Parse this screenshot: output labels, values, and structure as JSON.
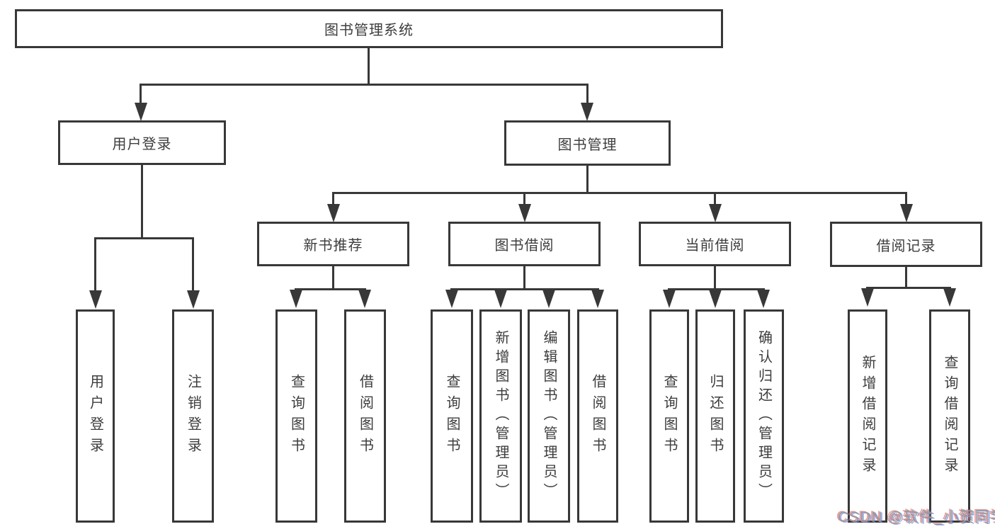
{
  "diagram": {
    "root": {
      "label": "图书管理系统"
    },
    "branches": [
      {
        "label": "用户登录",
        "leaves": [
          "用户登录",
          "注销登录"
        ]
      },
      {
        "label": "图书管理",
        "children": [
          {
            "label": "新书推荐",
            "leaves": [
              "查询图书",
              "借阅图书"
            ]
          },
          {
            "label": "图书借阅",
            "leaves": [
              "查询图书",
              "新增图书（管理员）",
              "编辑图书（管理员）",
              "借阅图书"
            ]
          },
          {
            "label": "当前借阅",
            "leaves": [
              "查询图书",
              "归还图书",
              "确认归还（管理员）"
            ]
          },
          {
            "label": "借阅记录",
            "leaves": [
              "新增借阅记录",
              "查询借阅记录"
            ]
          }
        ]
      }
    ],
    "line_color": "#383838"
  },
  "watermark": {
    "text": "CSDN @软件_小贺同学"
  }
}
